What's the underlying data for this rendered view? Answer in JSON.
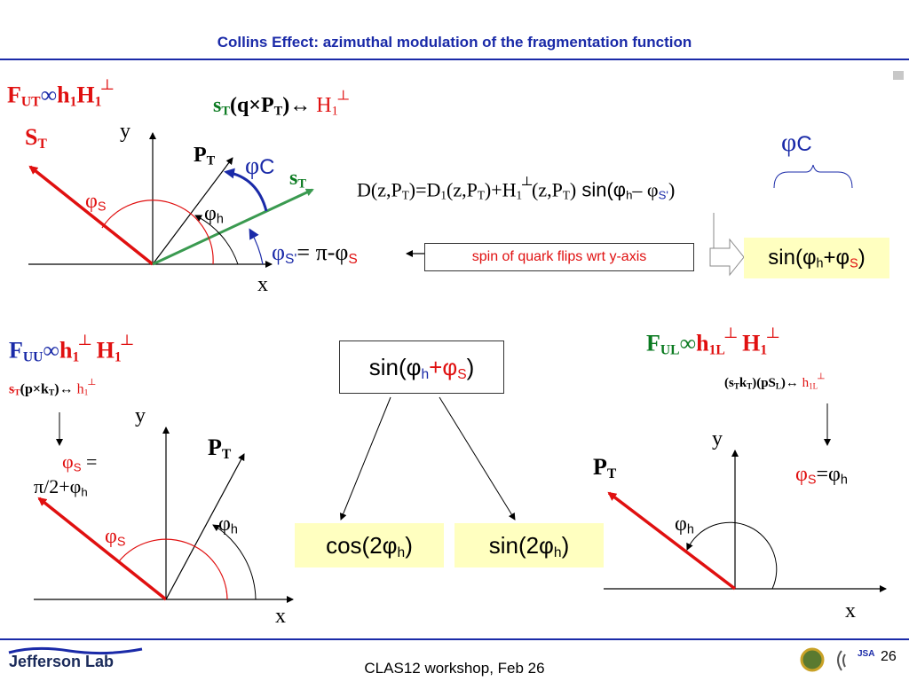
{
  "title": "Collins Effect: azimuthal modulation of the  fragmentation function",
  "panel_top": {
    "f_main": "F",
    "f_sub": "UT",
    "prop": "∞",
    "h1": "h",
    "h1_sub": "1",
    "H1": "H",
    "H1_sub": "1",
    "perp": "┴",
    "st_label": "S",
    "st_sub": "T",
    "relation_s": "s",
    "relation_s_sub": "T",
    "relation_mid": "(q×P",
    "relation_mid_sub": "T",
    "relation_end": ")↔",
    "relation_H": "H",
    "relation_H_sub": "1",
    "y_label": "y",
    "x_label": "x",
    "pt_label": "P",
    "pt_sub": "T",
    "phic_label": "φ",
    "phic_sub": "C",
    "sT_label": "s",
    "sT_sub": "T",
    "phih_label": "φ",
    "phih_sub": "h",
    "phis_label": "φ",
    "phis_sub": "S",
    "phis_prime": "φ",
    "phis_prime_sub": "S'",
    "eq_right": "= π-φ",
    "eq_right_sub": "S",
    "spin_box": "spin of quark flips wrt  y-axis",
    "formula_D": "D(z,P",
    "formula_D_sub": "T",
    "formula_eq": ")=D",
    "formula_eq_sub": "1",
    "formula_mid": "(z,P",
    "formula_mid_sub": "T",
    "formula_plus": ")+H",
    "formula_plus_sub": "1",
    "formula_perp": "┴",
    "formula_end": "(z,P",
    "formula_end_sub": "T",
    "formula_close": ")",
    "formula_sin": " sin(φ",
    "formula_sin_sub": "h",
    "formula_minus": "– φ",
    "formula_minus_sub": "S'",
    "formula_rparen": ")",
    "phic_top": "φ",
    "phic_top_sub": "C",
    "sin_box": "sin(φ",
    "sin_box_sub": "h",
    "sin_box_plus": "+φ",
    "sin_box_plus_sub": "S",
    "sin_box_close": ")"
  },
  "panel_left": {
    "f_main": "F",
    "f_sub": "UU",
    "prop": "∞",
    "h1": "h",
    "h1_sub": "1",
    "perp": "┴",
    "H1": "H",
    "H1_sub": "1",
    "rel_s": "s",
    "rel_s_sub": "T",
    "rel_mid": "(p×k",
    "rel_mid_sub": "T",
    "rel_end": ")↔",
    "rel_h": "h",
    "rel_h_sub": "1",
    "phis_eq": "φ",
    "phis_eq_sub": "S",
    "phis_eq_rest": " =",
    "phis_eq_line2": "π/2+φ",
    "phis_eq_line2_sub": "h",
    "y_label": "y",
    "x_label": "x",
    "pt_label": "P",
    "pt_sub": "T",
    "phih_label": "φ",
    "phih_sub": "h",
    "phis_label": "φ",
    "phis_sub": "S"
  },
  "panel_mid": {
    "sin_label": "sin(φ",
    "sin_sub": "h",
    "sin_plus": "+φ",
    "sin_plus_sub": "S",
    "sin_close": ")",
    "cos2": "cos(2φ",
    "cos2_sub": "h",
    "cos2_close": ")",
    "sin2": "sin(2φ",
    "sin2_sub": "h",
    "sin2_close": ")"
  },
  "panel_right": {
    "f_main": "F",
    "f_sub": "UL",
    "prop": "∞",
    "h": "h",
    "h_sub": "1L",
    "perp": "┴",
    "H1": "H",
    "H1_sub": "1",
    "rel_open": "(s",
    "rel_s_sub": "T",
    "rel_k": "k",
    "rel_k_sub": "T",
    "rel_mid": ")(pS",
    "rel_mid_sub": "L",
    "rel_end": ")↔",
    "rel_h": "h",
    "rel_h_sub": "1L",
    "phis_eq": "φ",
    "phis_eq_sub": "S",
    "phis_eq_rest": "=φ",
    "phis_eq_rest_sub": "h",
    "y_label": "y",
    "x_label": "x",
    "pt_label": "P",
    "pt_sub": "T",
    "phih_label": "φ",
    "phih_sub": "h"
  },
  "footer": {
    "logo_text": "Jefferson Lab",
    "center_text": "CLAS12 workshop,  Feb 26",
    "page_number": "26",
    "jsa_text": "JSA"
  },
  "colors": {
    "title_blue": "#1a2aa8",
    "red": "#e01010",
    "green": "#0a7a20",
    "yellow_box": "#ffffc0",
    "line_green": "#3a9a50"
  }
}
